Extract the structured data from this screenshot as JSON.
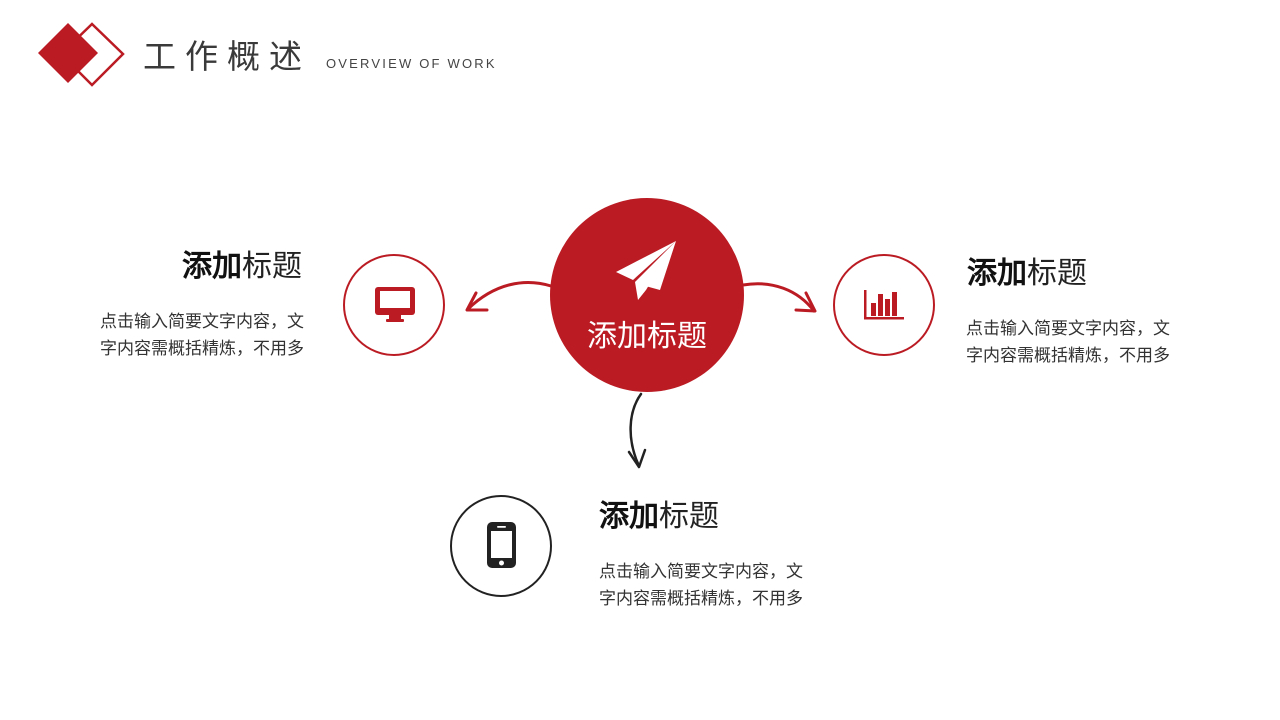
{
  "header": {
    "title": "工作概述",
    "subtitle": "OVERVIEW OF WORK"
  },
  "colors": {
    "accent": "#bb1c24",
    "dark": "#222222",
    "text": "#333333"
  },
  "center": {
    "icon": "paper-plane-icon",
    "title": "添加标题"
  },
  "items": [
    {
      "position": "left",
      "icon": "monitor-icon",
      "title_bold": "添加",
      "title_normal": "标题",
      "desc_line1": "点击输入简要文字内容，文",
      "desc_line2": "字内容需概括精炼，不用多"
    },
    {
      "position": "right",
      "icon": "bar-chart-icon",
      "title_bold": "添加",
      "title_normal": "标题",
      "desc_line1": "点击输入简要文字内容，文",
      "desc_line2": "字内容需概括精炼，不用多"
    },
    {
      "position": "bottom",
      "icon": "smartphone-icon",
      "title_bold": "添加",
      "title_normal": "标题",
      "desc_line1": "点击输入简要文字内容，文",
      "desc_line2": "字内容需概括精炼，不用多"
    }
  ]
}
